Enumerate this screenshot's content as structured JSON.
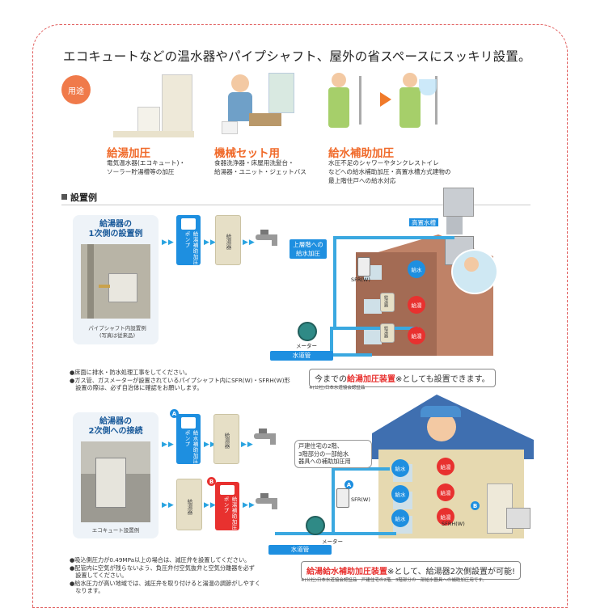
{
  "headline": "エコキュートなどの温水器やパイプシャフト、屋外の省スペースにスッキリ設置。",
  "usage_badge": "用途",
  "categories": [
    {
      "title": "給湯加圧",
      "desc": [
        "電気温水器(エコキュート)・",
        "ソーラー貯湯槽等の加圧"
      ]
    },
    {
      "title": "機械セット用",
      "desc": [
        "食器洗浄器・床屋用洗髪台・",
        "給湯器・ユニット・ジェットバス"
      ]
    },
    {
      "title": "給水補助加圧",
      "desc": [
        "水圧不足のシャワーやタンクレストイレ",
        "などへの給水補助加圧・高置水槽方式建物の",
        "最上階住戸への給水対応"
      ]
    }
  ],
  "section_title": "設置例",
  "example1": {
    "panel_title": [
      "給湯器の",
      "1次側の設置例"
    ],
    "photo_caption": [
      "パイプシャフト内設置例",
      "(写真は従来品)"
    ],
    "pump_label": "給湯補助加圧ポンプ",
    "heater_label": "給湯器",
    "upper_floor_label": [
      "上層階への",
      "給水加圧"
    ],
    "tank_label": "高置水槽",
    "sfr_label": "SFR(W)",
    "meter_label": "メーター",
    "main_pipe_label": "水道管",
    "building_blue": "給水",
    "building_red": "給湯",
    "heater_small": "給湯器",
    "notes": [
      "●床面に排水・防水処理工事をしてください。",
      "●ガス管、ガスメーターが設置されているパイプシャフト内にSFR(W)・SFRH(W)形",
      "　設置の際は、必ず自治体に確認をお願いします。"
    ],
    "callout_prefix": "今までの",
    "callout_highlight": "給湯加圧装置",
    "callout_suffix": "※としても設置できます。",
    "footnote": "※(公社)日本水道協会認証品"
  },
  "example2": {
    "panel_title": [
      "給湯器の",
      "2次側への接続"
    ],
    "photo_caption": "エコキュート設置例",
    "letter_a": "A",
    "letter_b": "B",
    "pump_a_label": "給水補助加圧ポンプ",
    "heater_label": "給湯器",
    "pump_b_label": "給湯補助加圧ポンプ",
    "speech": [
      "戸建住宅の2階、",
      "3階部分の一部給水",
      "器具への補助加圧用"
    ],
    "sfr_label": "SFR(W)",
    "sfrh_label": "SFRH(W)",
    "meter_label": "メーター",
    "main_pipe_label": "水道管",
    "building_blue": "給水",
    "building_red": "給湯",
    "notes": [
      "●吸込側圧力が0.49MPa以上の場合は、減圧弁を設置してください。",
      "●配管内に空気が残らないよう、負圧弁付空気抜弁と空気分離器を必ず",
      "　設置してください。",
      "●給水圧力が高い地域では、減圧弁を取り付けると湯温の調節がしやすく",
      "　なります。"
    ],
    "callout_highlight": "給湯給水補助加圧装置",
    "callout_suffix": "※として、給湯器2次側設置が可能!",
    "footnote": "※(公社)日本水道協会認証品　戸建住宅の2階、3階部分の一部給水器具への補助加圧用です。"
  },
  "colors": {
    "accent": "#f06a2a",
    "blue": "#1e8fe0",
    "red": "#e8312f",
    "pipe": "#3aa8e0",
    "building": "#a36b54"
  }
}
